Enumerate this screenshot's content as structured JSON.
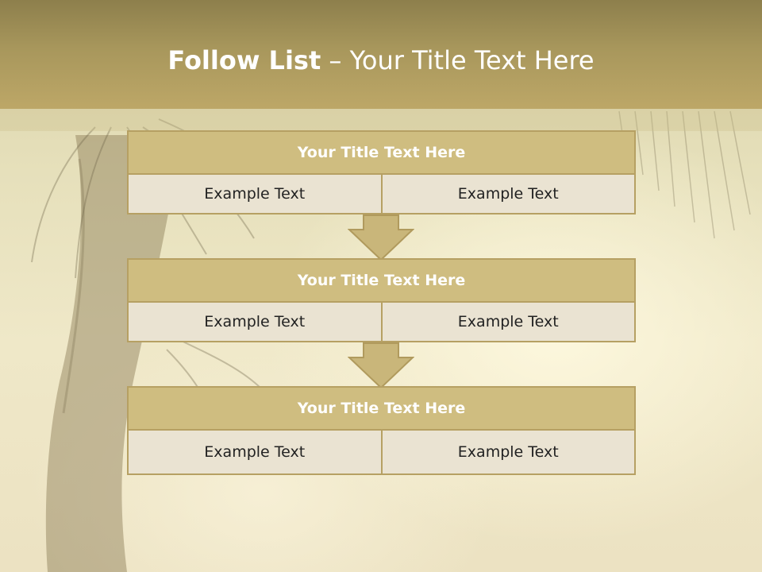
{
  "slide": {
    "title_bold": "Follow List",
    "title_rest": " – Your Title Text Here"
  },
  "steps": [
    {
      "title": "Your Title Text Here",
      "left": "Example Text",
      "right": "Example Text"
    },
    {
      "title": "Your Title Text Here",
      "left": "Example Text",
      "right": "Example Text"
    },
    {
      "title": "Your Title Text Here",
      "left": "Example Text",
      "right": "Example Text"
    }
  ],
  "colors": {
    "header": "#a8975c",
    "block_title": "#cfbd80",
    "cell": "#eae3d2",
    "border": "#b6a063",
    "arrow": "#c9b67a"
  }
}
